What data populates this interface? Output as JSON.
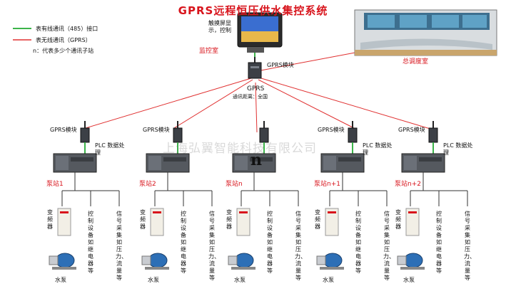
{
  "title": "GPRS远程恒压供水集控系统",
  "legend": {
    "wired": "表有线通讯（485）接口",
    "wireless": "表无线通讯（GPRS）",
    "n_note": "n：代表多少个通讯子站",
    "wired_color": "#3cb44a",
    "wireless_color": "#e03030"
  },
  "monitor": {
    "screen_caption": "触摸屏显示，控制",
    "room_label": "监控室"
  },
  "dispatch_label": "总调度室",
  "center": {
    "gprs_module": "GPRS模块",
    "gprs": "GPRS",
    "distance": "通讯距离：全国"
  },
  "n_symbol": "n",
  "watermark": "上海弘翼智能科技有限公司",
  "stations": [
    {
      "gprs": "GPRS模块",
      "plc": "PLC 数据处理",
      "name": "泵站1"
    },
    {
      "gprs": "GPRS模块",
      "plc": "",
      "name": "泵站2"
    },
    {
      "gprs": "",
      "plc": "",
      "name": "泵站n"
    },
    {
      "gprs": "GPRS模块",
      "plc": "PLC 数据处理",
      "name": "泵站n+1"
    },
    {
      "gprs": "GPRS模块",
      "plc": "PLC 数据处理",
      "name": "泵站n+2"
    }
  ],
  "branch": {
    "inverter": "变频器",
    "control": "控制设备如继电器等",
    "signal": "信号采集如压力、流量等",
    "pump": "水泵"
  }
}
